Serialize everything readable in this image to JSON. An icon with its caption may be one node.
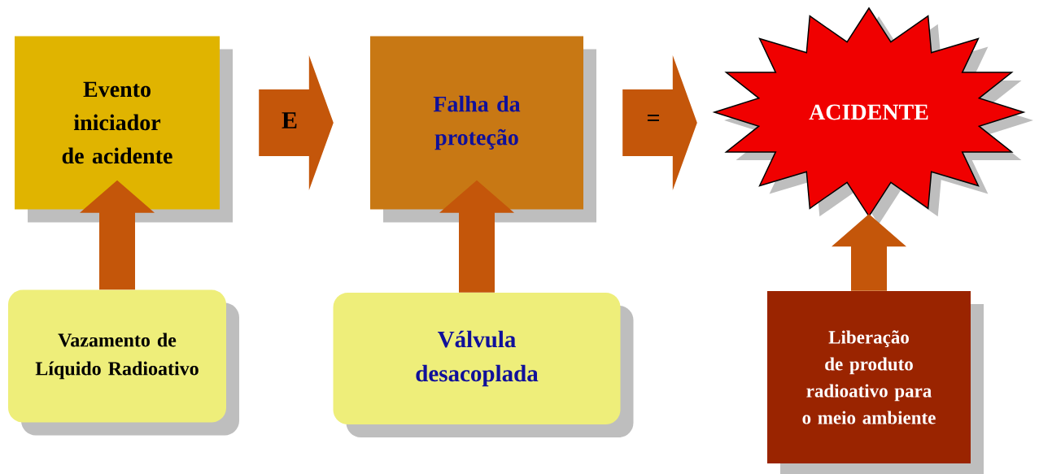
{
  "diagram": {
    "nodes": [
      {
        "text": [
          "Evento iniciador de acidente"
        ]
      },
      {
        "text": [
          "Falha da proteção"
        ]
      },
      {
        "text": [
          "ACIDENTE"
        ]
      },
      {
        "text": [
          "Vazamento de Líquido Radioativo"
        ]
      },
      {
        "text": [
          "Válvula desacoplada"
        ]
      },
      {
        "text": [
          "Liberação de produto radioativo para o meio ambiente"
        ]
      }
    ],
    "edges": [
      {
        "from": 0,
        "to": 1,
        "arrow": "to",
        "label": "E"
      },
      {
        "from": 1,
        "to": 2,
        "arrow": "to",
        "label": "="
      },
      {
        "from": 3,
        "to": 0,
        "arrow": "to"
      },
      {
        "from": 4,
        "to": 1,
        "arrow": "to"
      },
      {
        "from": 5,
        "to": 2,
        "arrow": "to"
      }
    ]
  }
}
